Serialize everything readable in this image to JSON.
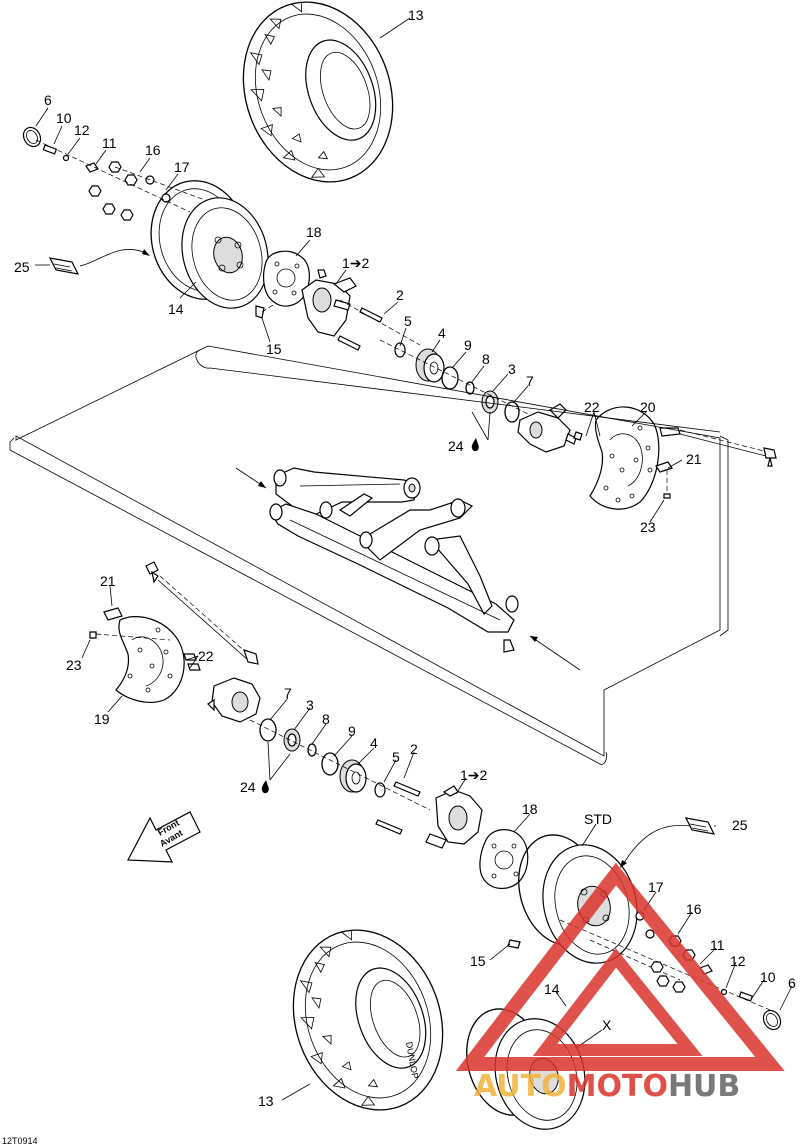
{
  "callouts": {
    "c13_top": "13",
    "c6_top": "6",
    "c10_top": "10",
    "c12_top": "12",
    "c11_top": "11",
    "c16_top": "16",
    "c17_top": "17",
    "c25_top": "25",
    "c14_top": "14",
    "c18_top": "18",
    "c1_2_top": "1➔2",
    "c2_top": "2",
    "c15_top": "15",
    "c5_top": "5",
    "c4_top": "4",
    "c9_top": "9",
    "c8_top": "8",
    "c3_top": "3",
    "c7_top": "7",
    "c22_top": "22",
    "c20_top": "20",
    "c24_top": "24",
    "c21_top": "21",
    "c23_top": "23",
    "c21_bot": "21",
    "c23_bot": "23",
    "c22_bot": "22",
    "c19_bot": "19",
    "c7_bot": "7",
    "c3_bot": "3",
    "c8_bot": "8",
    "c9_bot": "9",
    "c4_bot": "4",
    "c5_bot": "5",
    "c2_bot": "2",
    "c24_bot": "24",
    "c1_2_bot": "1➔2",
    "c18_bot": "18",
    "cSTD": "STD",
    "c25_bot": "25",
    "c17_bot": "17",
    "c16_bot": "16",
    "c11_bot": "11",
    "c15_bot": "15",
    "c12_bot": "12",
    "c10_bot": "10",
    "c6_bot": "6",
    "c14_bot": "14",
    "cX": "X",
    "c13_bot": "13"
  },
  "direction_arrow": {
    "line1": "Front",
    "line2": "Avant"
  },
  "figure_code": "12T0914",
  "tire_brand": "DUNLOP",
  "watermark": {
    "part1": "AUTO",
    "part2": "MOTO",
    "part3": "HUB",
    "colors": {
      "red": "#d9322b",
      "yellow": "#f2b23a",
      "gray": "#6b6b6b"
    }
  },
  "icons": {
    "drop": "grease-drop-icon",
    "arrow": "front-direction-arrow-icon",
    "logo": "automotohub-triangle-logo"
  }
}
